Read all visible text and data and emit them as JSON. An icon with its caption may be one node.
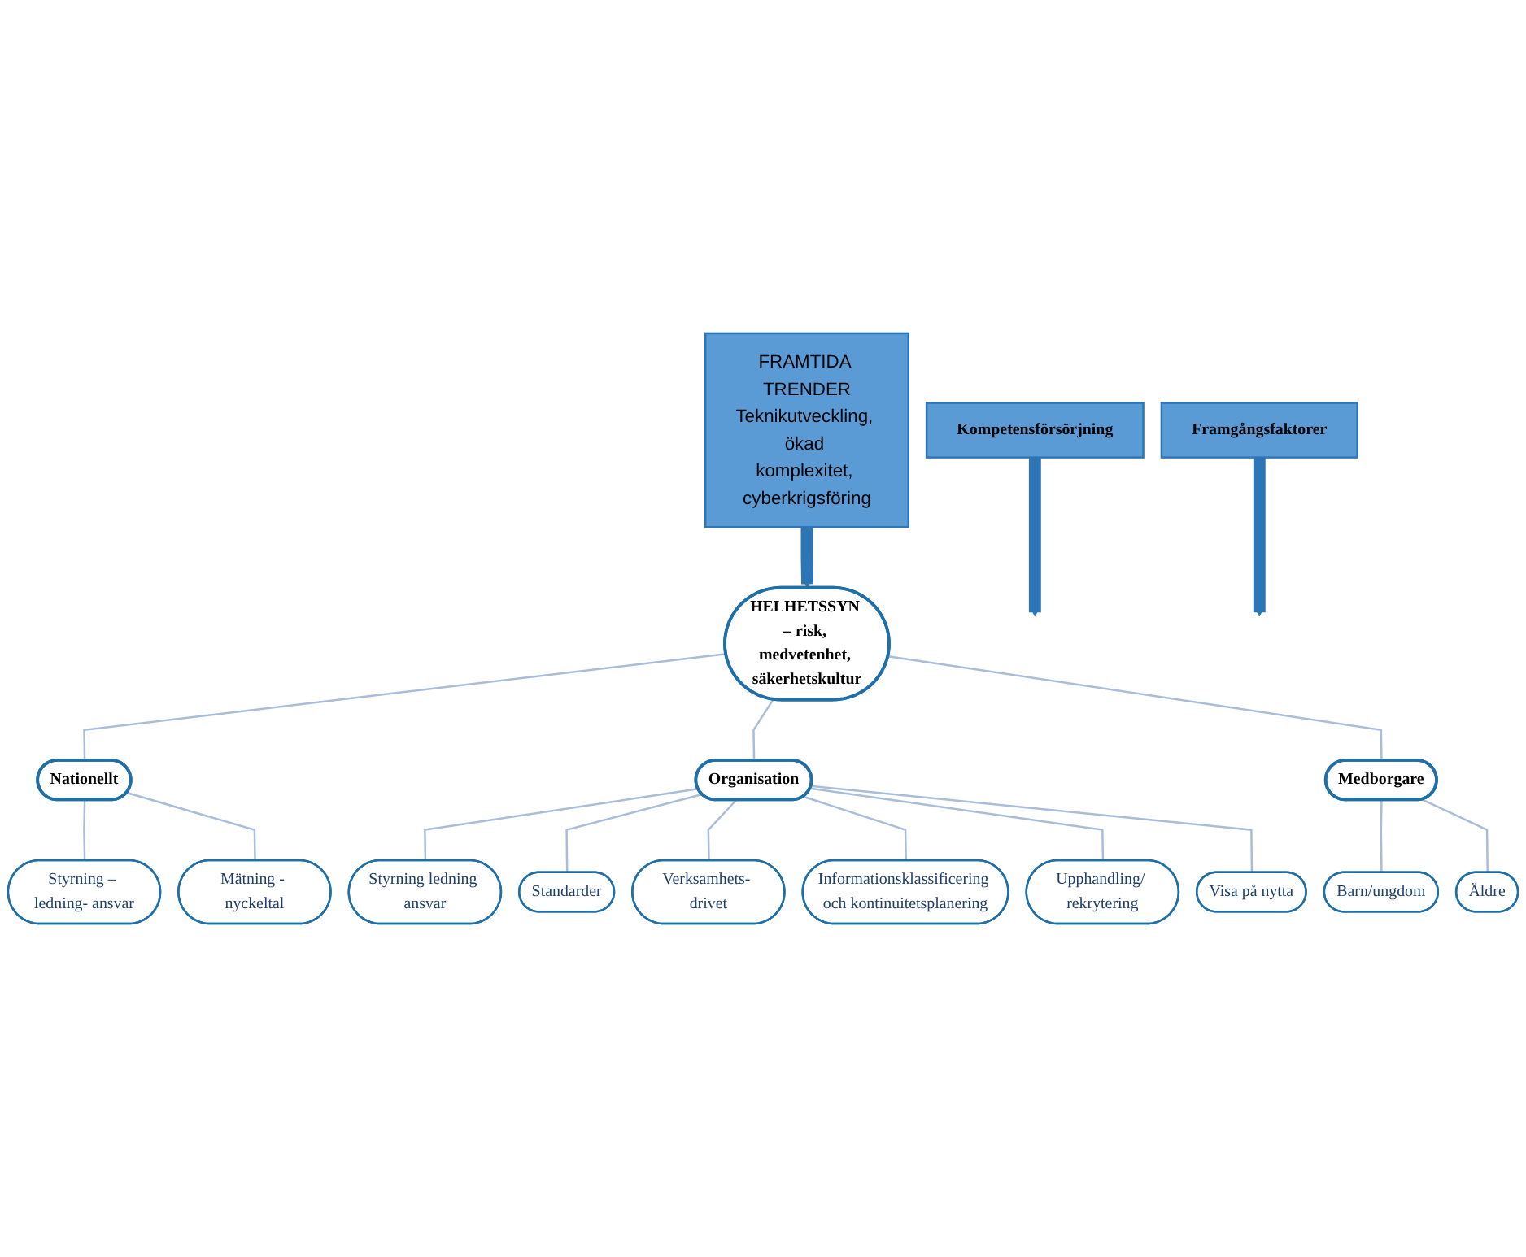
{
  "diagram": {
    "nodes": [
      {
        "text": [
          "FRAMTIDA TRENDER",
          "Teknikutveckling, ökad komplexitet, cyberkrigsföring"
        ]
      },
      {
        "text": [
          "Kompetensförsörjning"
        ]
      },
      {
        "text": [
          "Framgångsfaktorer"
        ]
      },
      {
        "text": [
          "HELHETSSYN – risk, medvetenhet, säkerhetskultur"
        ]
      },
      {
        "text": [
          "Nationellt"
        ]
      },
      {
        "text": [
          "Styrning – ledning- ansvar"
        ]
      },
      {
        "text": [
          "Mätning - nyckeltal"
        ]
      },
      {
        "text": [
          "Organisation"
        ]
      },
      {
        "text": [
          "Styrning ledning ansvar"
        ]
      },
      {
        "text": [
          "Standarder"
        ]
      },
      {
        "text": [
          "Verksamhets- drivet"
        ]
      },
      {
        "text": [
          "Informationsklassificering och kontinuitetsplanering"
        ]
      },
      {
        "text": [
          "Upphandling/ rekrytering"
        ]
      },
      {
        "text": [
          "Visa på nytta"
        ]
      },
      {
        "text": [
          "Medborgare"
        ]
      },
      {
        "text": [
          "Barn/ungdom"
        ]
      },
      {
        "text": [
          "Äldre"
        ]
      }
    ],
    "edges": [
      {
        "from": 0,
        "to": 3,
        "arrow": "to",
        "style": "thick",
        "color": "#2e75b6"
      },
      {
        "from": 1,
        "to": null,
        "arrow": "to",
        "style": "thick",
        "color": "#2e75b6"
      },
      {
        "from": 2,
        "to": null,
        "arrow": "to",
        "style": "thick",
        "color": "#2e75b6"
      },
      {
        "from": 3,
        "to": 4,
        "arrow": "none"
      },
      {
        "from": 3,
        "to": 7,
        "arrow": "none"
      },
      {
        "from": 3,
        "to": 14,
        "arrow": "none"
      },
      {
        "from": 4,
        "to": 5,
        "arrow": "none"
      },
      {
        "from": 4,
        "to": 6,
        "arrow": "none"
      },
      {
        "from": 7,
        "to": 8,
        "arrow": "none"
      },
      {
        "from": 7,
        "to": 9,
        "arrow": "none"
      },
      {
        "from": 7,
        "to": 10,
        "arrow": "none"
      },
      {
        "from": 7,
        "to": 11,
        "arrow": "none"
      },
      {
        "from": 7,
        "to": 12,
        "arrow": "none"
      },
      {
        "from": 7,
        "to": 13,
        "arrow": "none"
      },
      {
        "from": 14,
        "to": 15,
        "arrow": "none"
      },
      {
        "from": 14,
        "to": 16,
        "arrow": "none"
      }
    ]
  }
}
